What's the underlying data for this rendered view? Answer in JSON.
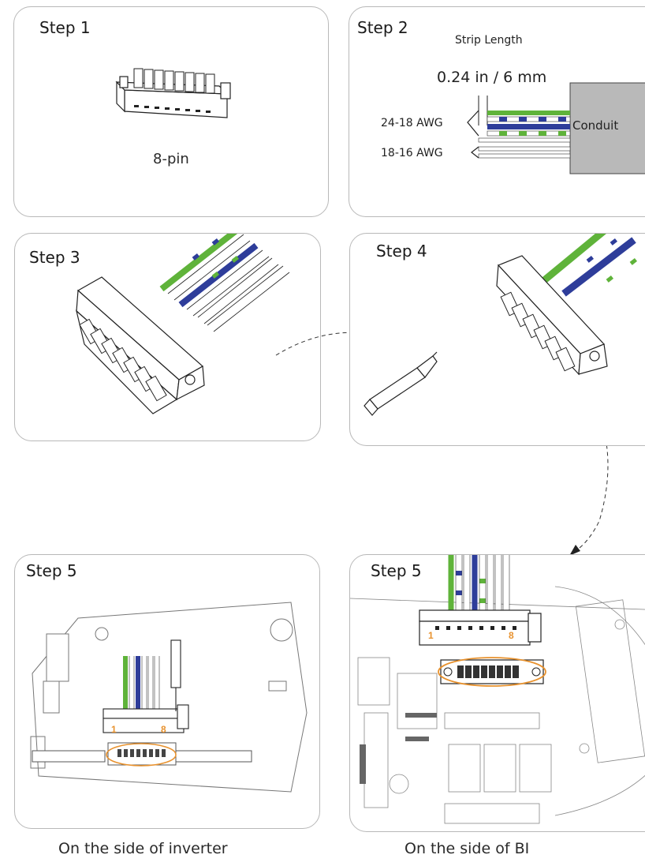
{
  "steps": {
    "step1": {
      "label": "Step 1",
      "connector_label": "8-pin"
    },
    "step2": {
      "label": "Step 2",
      "strip_title": "Strip Length",
      "strip_value": "0.24 in / 6 mm",
      "wire_gauge_1": "24-18 AWG",
      "wire_gauge_2": "18-16 AWG",
      "conduit_label": "Conduit"
    },
    "step3": {
      "label": "Step 3"
    },
    "step4": {
      "label": "Step 4"
    },
    "step5a": {
      "label": "Step 5",
      "pin_first": "1",
      "pin_last": "8"
    },
    "step5b": {
      "label": "Step 5",
      "pin_first": "1",
      "pin_last": "8"
    }
  },
  "captions": {
    "inverter": "On the side of inverter",
    "bi": "On the side of BI"
  },
  "colors": {
    "wire_green": "#5fb33a",
    "wire_blue": "#2e3d9a",
    "highlight_orange": "#e8922e",
    "conduit_gray": "#b9b9b9"
  }
}
